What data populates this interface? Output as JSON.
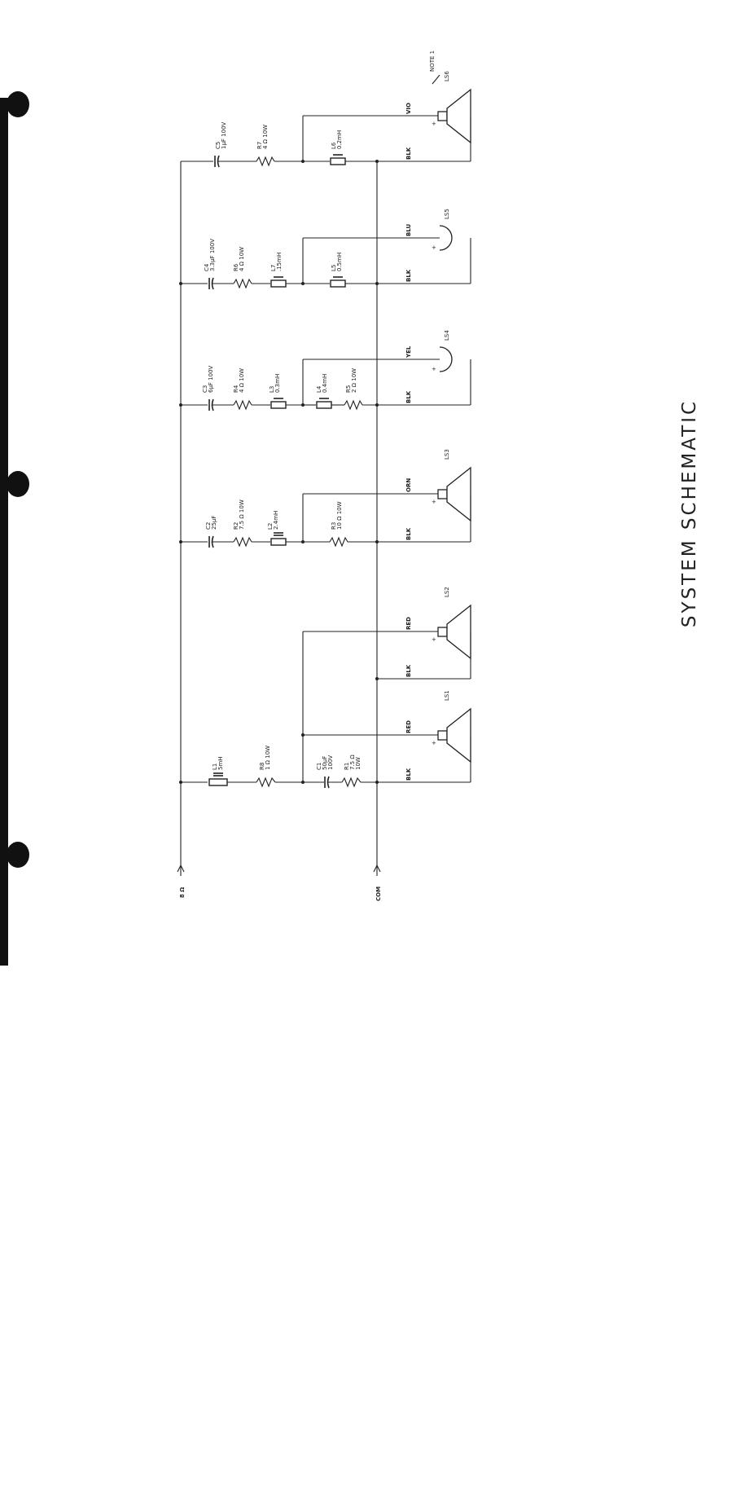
{
  "title": "SYSTEM SCHEMATIC",
  "note": "NOTE 1",
  "inputs": {
    "positive": "8 Ω",
    "common": "COM"
  },
  "polarity_mark": "+",
  "wire_colors": {
    "blk": "BLK",
    "red": "RED",
    "orn": "ORN",
    "yel": "YEL",
    "blu": "BLU",
    "vio": "VIO"
  },
  "speakers": [
    "LS1",
    "LS2",
    "LS3",
    "LS4",
    "LS5",
    "LS6"
  ],
  "components": {
    "L1": {
      "ref": "L1",
      "val": "5mH"
    },
    "R8": {
      "ref": "R8",
      "val": "1 Ω 10W"
    },
    "C1": {
      "ref": "C1",
      "val": "50µF",
      "val2": "100V"
    },
    "R1": {
      "ref": "R1",
      "val": "7.5 Ω",
      "val2": "10W"
    },
    "C2": {
      "ref": "C2",
      "val": "25µF"
    },
    "R2": {
      "ref": "R2",
      "val": "7.5 Ω 10W"
    },
    "L2": {
      "ref": "L2",
      "val": "2.4mH"
    },
    "R3": {
      "ref": "R3",
      "val": "10 Ω 10W"
    },
    "C3": {
      "ref": "C3",
      "val": "6µF 100V"
    },
    "R4": {
      "ref": "R4",
      "val": "4 Ω 10W"
    },
    "L3": {
      "ref": "L3",
      "val": "0.3mH"
    },
    "L4": {
      "ref": "L4",
      "val": "0.4mH"
    },
    "R5": {
      "ref": "R5",
      "val": "2 Ω 10W"
    },
    "C4": {
      "ref": "C4",
      "val": "3.3µF 100V"
    },
    "R6": {
      "ref": "R6",
      "val": "4 Ω 10W"
    },
    "L7": {
      "ref": "L7",
      "val": ".15mH"
    },
    "L5": {
      "ref": "L5",
      "val": "0.5mH"
    },
    "C5": {
      "ref": "C5",
      "val": "1µF 100V"
    },
    "R7": {
      "ref": "R7",
      "val": "4 Ω 10W"
    },
    "L6": {
      "ref": "L6",
      "val": "0.2mH"
    }
  }
}
